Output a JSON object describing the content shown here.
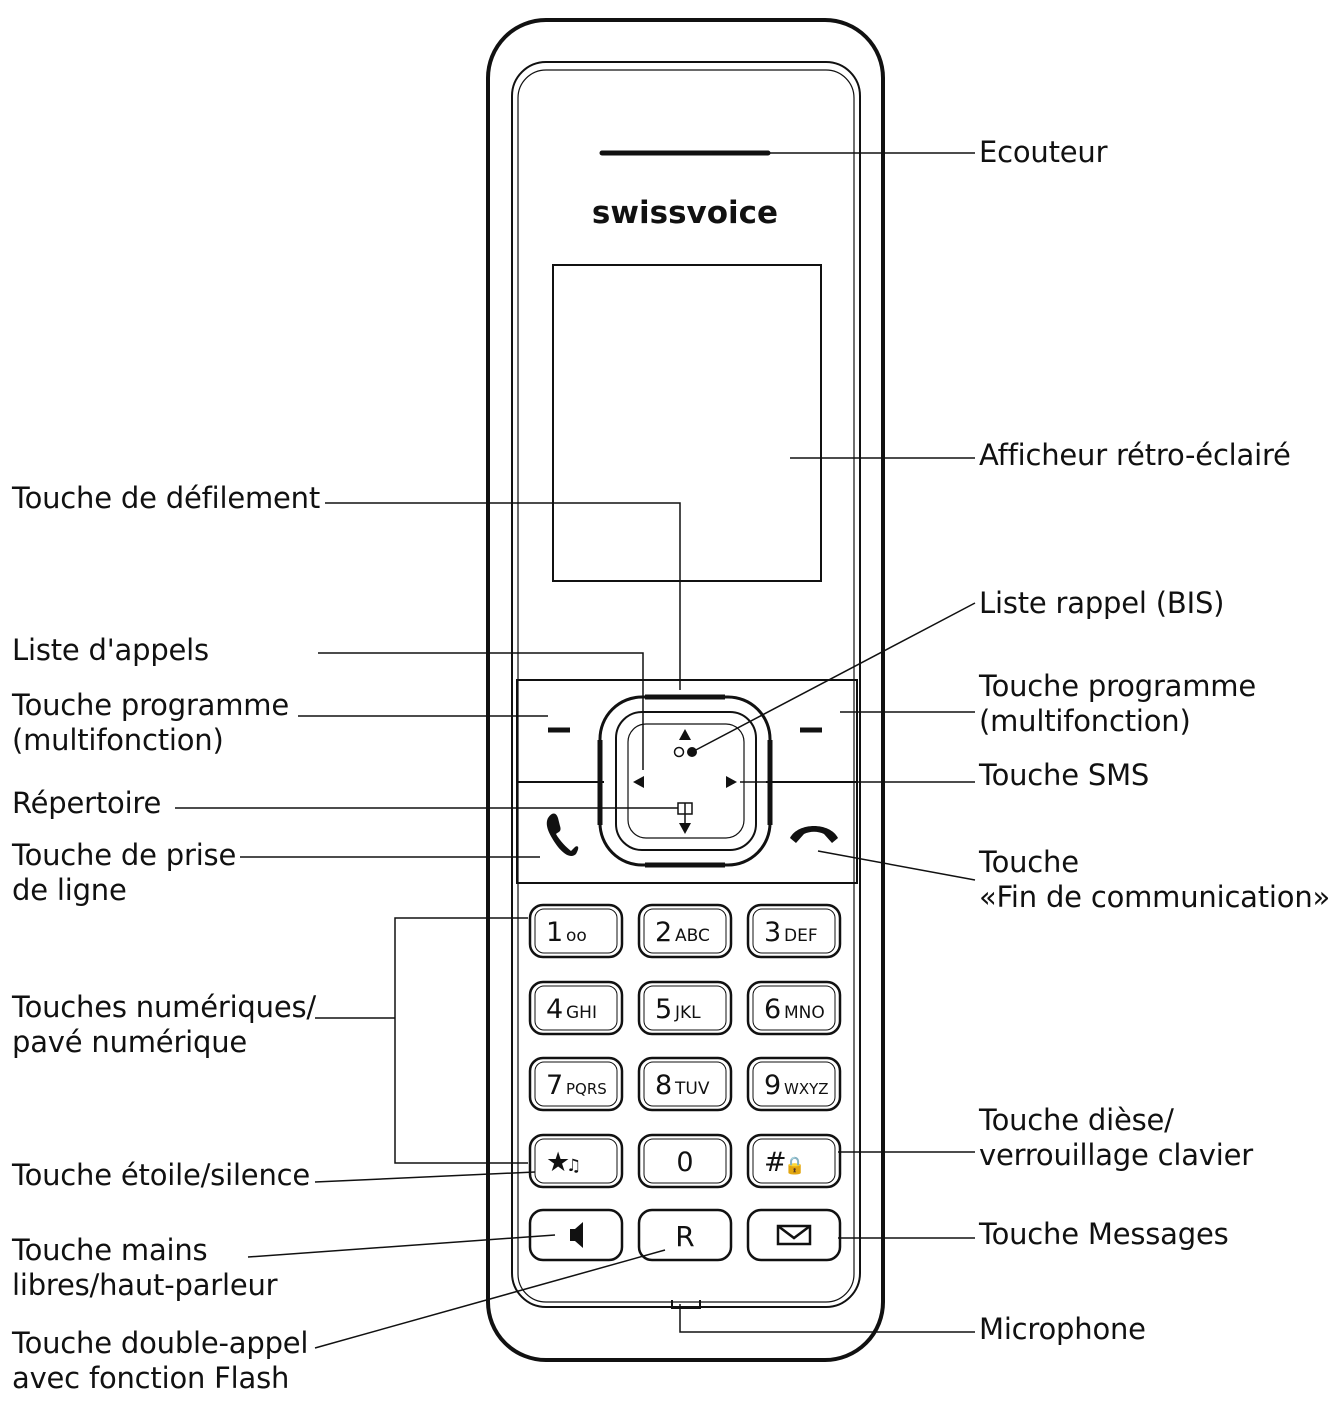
{
  "brand": "swissvoice",
  "labels": {
    "ecouteur": "Ecouteur",
    "afficheur": "Afficheur rétro-éclairé",
    "defilement": "Touche de défilement",
    "liste_rappel": "Liste rappel (BIS)",
    "liste_appels": "Liste d'appels",
    "prog_left_1": "Touche programme",
    "prog_left_2": "(multifonction)",
    "prog_right_1": "Touche programme",
    "prog_right_2": "(multifonction)",
    "sms": "Touche SMS",
    "repertoire": "Répertoire",
    "prise_1": "Touche de prise",
    "prise_2": "de ligne",
    "fin_1": "Touche",
    "fin_2": "«Fin de communication»",
    "num_1": "Touches numériques/",
    "num_2": "pavé numérique",
    "diese_1": "Touche dièse/",
    "diese_2": "verrouillage clavier",
    "etoile": "Touche étoile/silence",
    "messages": "Touche Messages",
    "mains_1": "Touche mains",
    "mains_2": "libres/haut-parleur",
    "microphone": "Microphone",
    "double_1": "Touche double-appel",
    "double_2": "avec fonction Flash"
  },
  "keypad": [
    {
      "digit": "1",
      "letters": "oo"
    },
    {
      "digit": "2",
      "letters": "ABC"
    },
    {
      "digit": "3",
      "letters": "DEF"
    },
    {
      "digit": "4",
      "letters": "GHI"
    },
    {
      "digit": "5",
      "letters": "JKL"
    },
    {
      "digit": "6",
      "letters": "MNO"
    },
    {
      "digit": "7",
      "letters": "PQRS"
    },
    {
      "digit": "8",
      "letters": "TUV"
    },
    {
      "digit": "9",
      "letters": "WXYZ"
    },
    {
      "digit": "★",
      "letters": "♫"
    },
    {
      "digit": "0",
      "letters": ""
    },
    {
      "digit": "#",
      "letters": "🔒"
    }
  ],
  "function_keys": {
    "r_key": "R"
  }
}
